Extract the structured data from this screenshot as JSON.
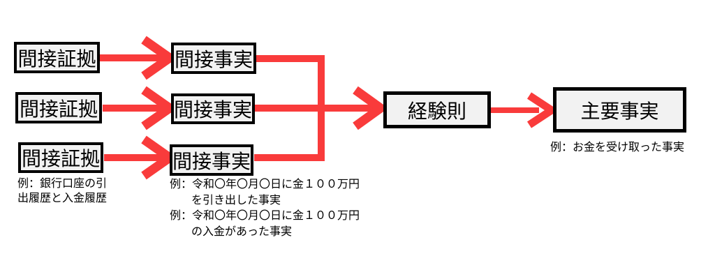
{
  "colors": {
    "background": "#ffffff",
    "arrow": "#f93b3b",
    "box_fill": "#f2f2f2",
    "box_border": "#000000"
  },
  "boxes": [
    {
      "id": "indirect-evidence-1",
      "label": "間接証拠"
    },
    {
      "id": "indirect-evidence-2",
      "label": "間接証拠"
    },
    {
      "id": "indirect-evidence-3",
      "label": "間接証拠"
    },
    {
      "id": "indirect-fact-1",
      "label": "間接事実"
    },
    {
      "id": "indirect-fact-2",
      "label": "間接事実"
    },
    {
      "id": "indirect-fact-3",
      "label": "間接事実"
    },
    {
      "id": "empirical-rule",
      "label": "経験則"
    },
    {
      "id": "main-fact",
      "label": "主要事実"
    }
  ],
  "captions": {
    "evidence_example": {
      "lines": [
        "例：銀行口座の引",
        "出履歴と入金履歴"
      ]
    },
    "fact_examples": {
      "lines": [
        "例：令和〇年〇月〇日に金１００万円",
        "を引き出した事実",
        "例：令和〇年〇月〇日に金１００万円",
        "の入金があった事実"
      ]
    },
    "main_fact_example": "例：お金を受け取った事実"
  }
}
